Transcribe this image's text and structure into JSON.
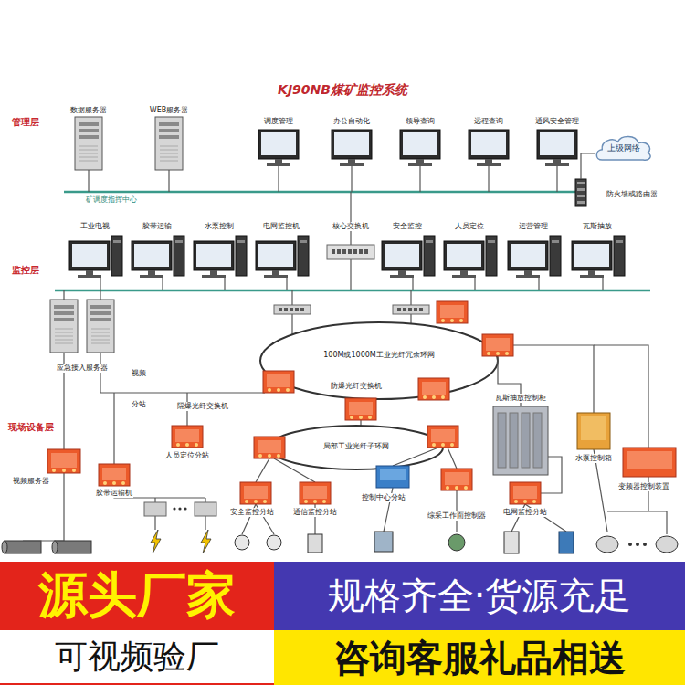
{
  "diagram": {
    "title": "KJ90NB煤矿监控系统",
    "nodes": [
      {
        "text": [
          "上级网络"
        ]
      },
      {
        "text": [
          "源头厂家"
        ]
      },
      {
        "text": [
          "可视频验厂"
        ]
      },
      {
        "text": [
          "规格齐全·货源充足"
        ]
      },
      {
        "text": [
          "咨询客服礼品相送"
        ]
      }
    ],
    "labels": [
      "管理层",
      "监控层",
      "现场设备层",
      "数据服务器",
      "WEB服务器",
      "调度管理",
      "办公自动化",
      "领导查询",
      "远程查询",
      "通风安全管理",
      "防火墙或路由器",
      "矿调度指挥中心",
      "工业电视",
      "胶带运输",
      "水泵控制",
      "电网监控机",
      "核心交换机",
      "安全监控",
      "人员定位",
      "运营管理",
      "瓦斯抽放",
      "应急接入服务器",
      "视频",
      "分站",
      "100M或1000M工业光纤冗余环网",
      "隔爆光纤交换机",
      "防爆光纤交换机",
      "局部工业光纤子环网",
      "瓦斯抽放控制柜",
      "水泵控制箱",
      "变频器控制装置",
      "视频服务器",
      "胶带运输机",
      "人员定位分站",
      "安全监控分站",
      "通信监控分站",
      "控制中心分站",
      "综采工作面控制器",
      "电网监控分站"
    ]
  }
}
